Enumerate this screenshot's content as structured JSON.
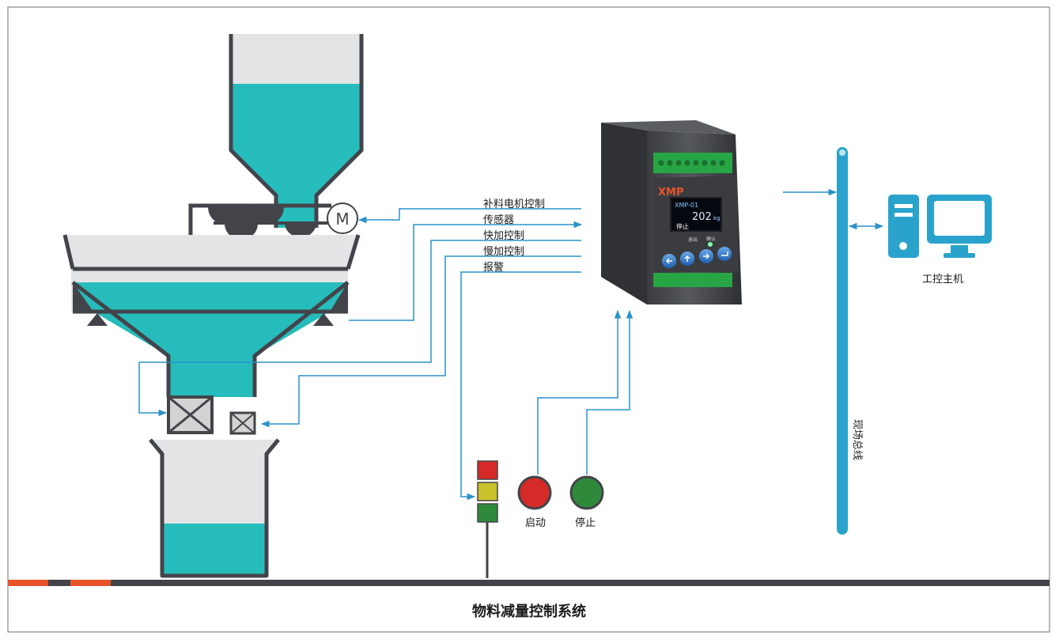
{
  "title": "物料减量控制系统",
  "signals": {
    "refill_motor": "补料电机控制",
    "sensor": "传感器",
    "fast_feed": "快加控制",
    "slow_feed": "慢加控制",
    "alarm": "报警"
  },
  "buttons": {
    "start": "启动",
    "stop": "停止"
  },
  "bus_label": "现场总线",
  "host_label": "工控主机",
  "motor_symbol": "M",
  "controller": {
    "brand": "XMP",
    "model": "XMP-01",
    "reading": "202",
    "unit": "kg",
    "status": "停止",
    "key_labels": [
      "退出",
      "确认"
    ]
  },
  "colors": {
    "teal": "#26bcbc",
    "light_gray": "#e3e4e5",
    "dark_gray": "#43444a",
    "wire_blue": "#2a92c9",
    "bus_blue": "#2aa3cc",
    "orange": "#e8542a",
    "red": "#d62a28",
    "yellow": "#c9c22a",
    "green": "#2e8a3a"
  },
  "icons": [
    "motor-icon",
    "computer-icon",
    "monitor-icon",
    "tower-light-icon"
  ]
}
